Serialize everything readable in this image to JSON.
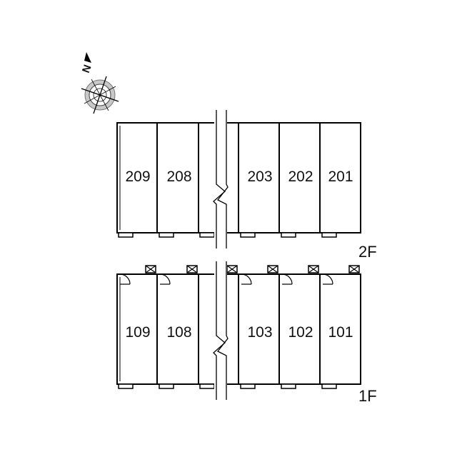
{
  "compass": {
    "north_label": "N"
  },
  "floors": {
    "second": {
      "label": "2F",
      "units": [
        "209",
        "208",
        "203",
        "202",
        "201"
      ]
    },
    "first": {
      "label": "1F",
      "units": [
        "109",
        "108",
        "103",
        "102",
        "101"
      ]
    }
  }
}
